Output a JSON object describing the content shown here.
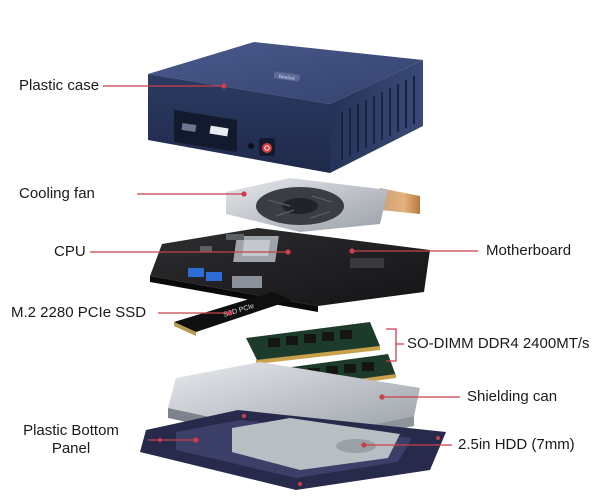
{
  "labels": {
    "plastic_case": "Plastic case",
    "cooling_fan": "Cooling fan",
    "cpu": "CPU",
    "ssd": "M.2 2280 PCIe SSD",
    "bottom_panel_line1": "Plastic Bottom",
    "bottom_panel_line2": "Panel",
    "motherboard": "Motherboard",
    "ram": "SO-DIMM DDR4 2400MT/s",
    "shielding": "Shielding can",
    "hdd": "2.5in HDD (7mm)"
  },
  "device": {
    "brand_badge": "Beelink",
    "ssd_sticker": "SSD PCIe"
  },
  "colors": {
    "leader_line": "#c8414b",
    "case_blue": "#2f3e69",
    "accent_red": "#d63a3a",
    "port_blue": "#2b6fd6"
  }
}
